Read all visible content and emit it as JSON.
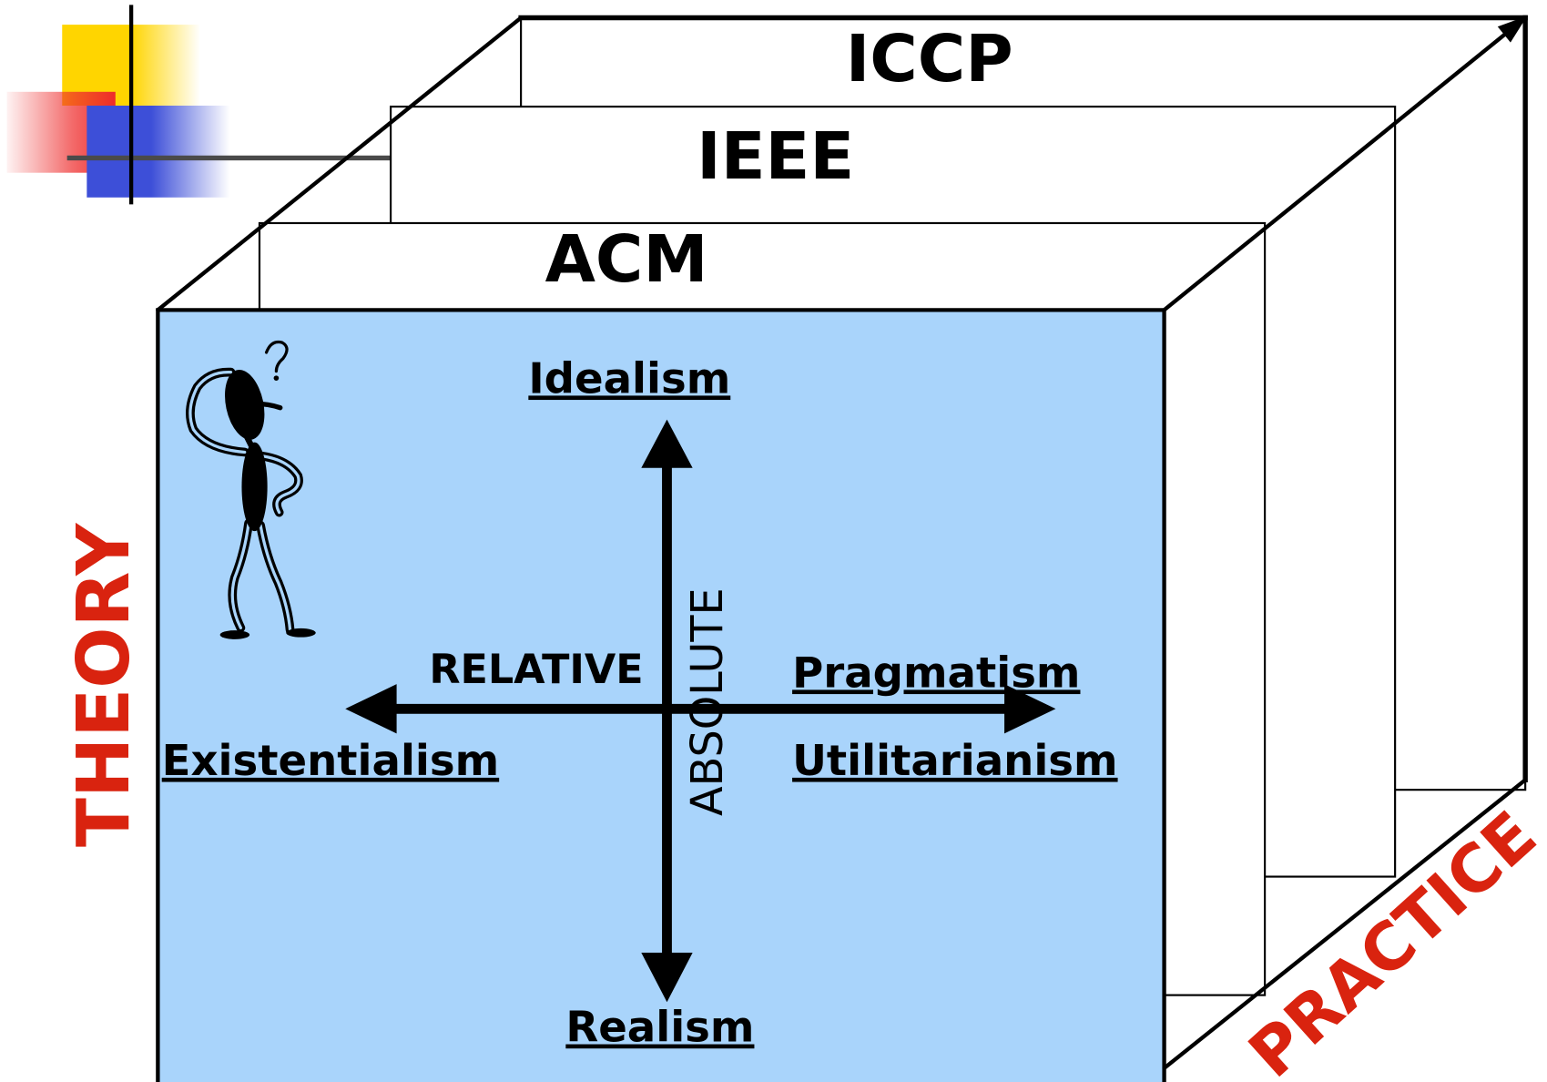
{
  "layers": {
    "back": "ICCP",
    "middle": "IEEE",
    "front": "ACM"
  },
  "axes": {
    "top": "Idealism",
    "bottom": "Realism",
    "left": "Existentialism",
    "right_top": "Pragmatism",
    "right_bottom": "Utilitarianism",
    "horizontal_label": "RELATIVE",
    "vertical_label": "ABSOLUTE"
  },
  "dimensions": {
    "vertical": "THEORY",
    "depth": "PRACTICE"
  },
  "icons": {
    "figure": "thinking-stick-figure-icon",
    "question": "question-mark-icon",
    "corner_decoration": "corner-squares-decoration"
  },
  "colors": {
    "front_face": "#A9D4FB",
    "accent_red": "#D9230F",
    "deco_yellow": "#FFD500",
    "deco_red": "#EE2B2B",
    "deco_blue": "#3D4FD8"
  }
}
